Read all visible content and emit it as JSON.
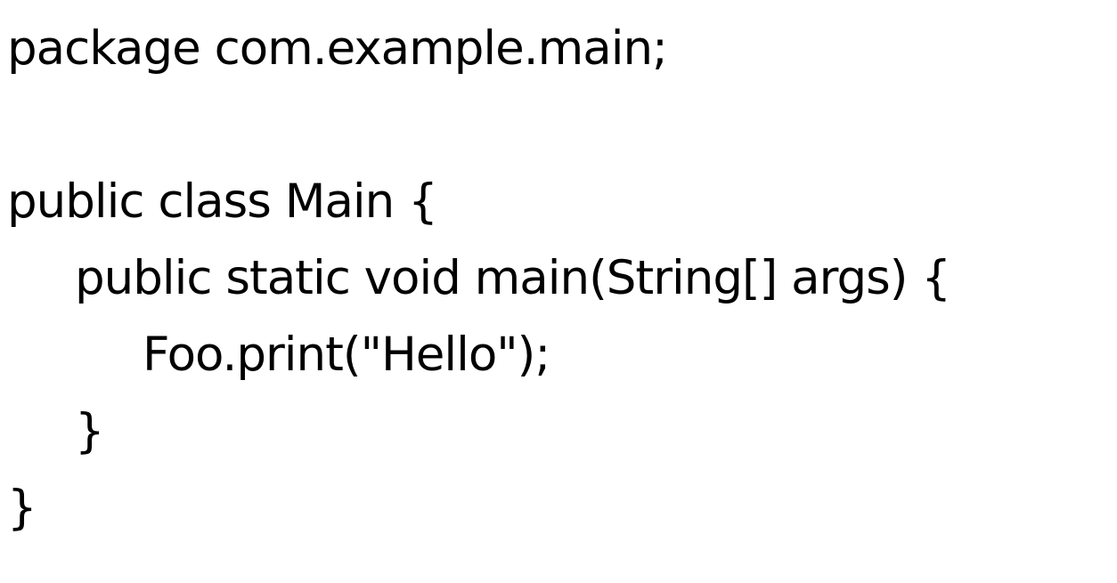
{
  "code": {
    "language": "Java",
    "lines": [
      "package com.example.main;",
      "",
      "public class Main {",
      "public static void main(String[] args) {",
      "Foo.print(\"Hello\");",
      "}",
      "}"
    ]
  },
  "colors": {
    "background": "#ffffff",
    "text": "#000000"
  }
}
